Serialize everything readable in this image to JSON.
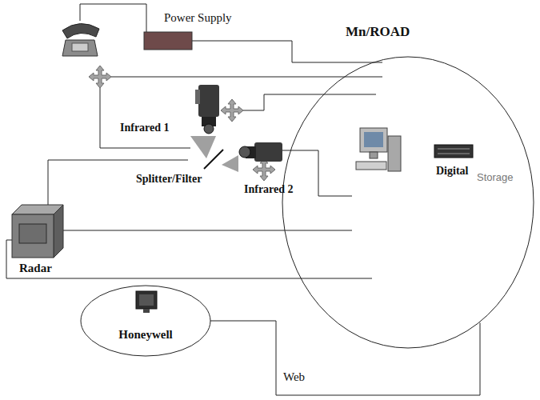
{
  "diagram": {
    "nodes": [
      {
        "text": [
          "Mn/ROAD"
        ]
      },
      {
        "text": [
          "Honeywell"
        ]
      }
    ],
    "edges": [
      {
        "from": 1,
        "to": 0,
        "arrow": "none",
        "label": "Web"
      }
    ],
    "labels": [
      "Power Supply",
      "Infrared 1",
      "Splitter/Filter",
      "Infrared 2",
      "Radar",
      "Digital",
      "Storage"
    ]
  }
}
